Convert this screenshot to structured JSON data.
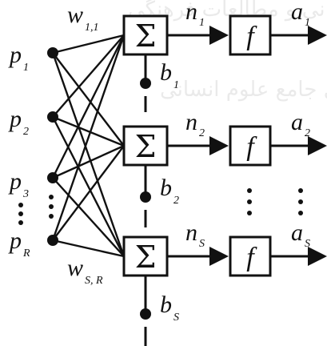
{
  "watermark": {
    "line1": "پژوهشگاه علوم انسانی و مطالعات فرهنگی",
    "line2": "پرتال جامع علوم انسانی"
  },
  "inputs": [
    {
      "main": "p",
      "sub": "1"
    },
    {
      "main": "p",
      "sub": "2"
    },
    {
      "main": "p",
      "sub": "3"
    },
    {
      "main": "p",
      "sub": "R"
    }
  ],
  "weights": {
    "top": {
      "main": "w",
      "sub": "1,1"
    },
    "bottom": {
      "main": "w",
      "sub": "S, R"
    }
  },
  "neurons": [
    {
      "sum": "Σ",
      "func": "f",
      "bias": {
        "main": "b",
        "sub": "1"
      },
      "net": {
        "main": "n",
        "sub": "1"
      },
      "out": {
        "main": "a",
        "sub": "1"
      }
    },
    {
      "sum": "Σ",
      "func": "f",
      "bias": {
        "main": "b",
        "sub": "2"
      },
      "net": {
        "main": "n",
        "sub": "2"
      },
      "out": {
        "main": "a",
        "sub": "2"
      }
    },
    {
      "sum": "Σ",
      "func": "f",
      "bias": {
        "main": "b",
        "sub": "S"
      },
      "net": {
        "main": "n",
        "sub": "S"
      },
      "out": {
        "main": "a",
        "sub": "S"
      }
    }
  ]
}
